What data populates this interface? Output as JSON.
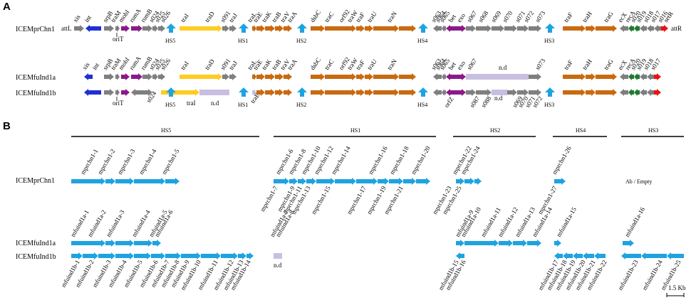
{
  "panels": {
    "a": "A",
    "b": "B"
  },
  "colors": {
    "gray": "#7f7f7f",
    "blue": "#1f2fd6",
    "purple": "#8a1a8a",
    "yellow": "#ffcc22",
    "orange": "#c96a10",
    "green": "#1f7a2f",
    "red": "#ee1111",
    "hs": "#1fa3e0",
    "nd": "#c8bfe0"
  },
  "panel_a": {
    "rows": [
      {
        "label": "ICEMprChn1",
        "ends": [
          "attL",
          "attR"
        ],
        "top_labels": [
          "xis",
          "int",
          "srpB",
          "traM",
          "mobI",
          "rumA",
          "rumB",
          "s024",
          "s025",
          "s026",
          "traI",
          "traD",
          "s091",
          "traJ",
          "traL",
          "traE",
          "traK",
          "traB",
          "traV",
          "traA",
          "dsbC",
          "traC",
          "orf92",
          "traW",
          "traF",
          "traU",
          "traN",
          "s063",
          "s064",
          "s065",
          "bet",
          "exo",
          "s067",
          "s068",
          "s069",
          "s070",
          "s071",
          "s072",
          "s073",
          "traF",
          "traH",
          "traG",
          "ecX",
          "recA",
          "s020",
          "s019",
          "s018",
          "s017",
          "s016",
          "setR"
        ],
        "below_labels": [
          "oriT"
        ],
        "hotspots": [
          "HS5",
          "HS1",
          "HS2",
          "HS4",
          "HS3"
        ]
      },
      {
        "label": "ICEMfuInd1a",
        "top_labels": [
          "xis",
          "int",
          "srpB",
          "traM",
          "mobI",
          "rumA",
          "rumB",
          "s024",
          "s025",
          "s026",
          "traI",
          "traD",
          "s091",
          "traJ",
          "traL",
          "traE",
          "traK",
          "traB",
          "traV",
          "traA",
          "dsbC",
          "traC",
          "orf92",
          "traW",
          "traF",
          "traU",
          "traN",
          "s063",
          "s064",
          "s065",
          "bet",
          "exo",
          "s067",
          "n.d",
          "s073",
          "traF",
          "traH",
          "traG",
          "ecX",
          "recA",
          "s020",
          "s019",
          "s018",
          "s017",
          "setR"
        ]
      },
      {
        "label": "ICEMfuInd1b",
        "below_labels": [
          "oriT",
          "s024",
          "traI",
          "n.d",
          "traE",
          "orfZ",
          "s087",
          "s088",
          "n.d",
          "s069",
          "s070",
          "s071",
          "s072"
        ],
        "hotspots": [
          "HS5",
          "HS1",
          "HS2",
          "HS4",
          "HS3"
        ]
      }
    ]
  },
  "panel_b": {
    "regions": [
      "HS5",
      "HS1",
      "HS2",
      "HS4",
      "HS3"
    ],
    "rows": [
      {
        "label": "ICEMprChn1",
        "top": [
          "mprchn1-1",
          "mprchn1-2",
          "mprchn1-3",
          "mprchn1-4",
          "mprchn1-5",
          "mprchn1-6",
          "mprchn1-8",
          "mprchn1-10",
          "mprchn1-12",
          "mprchn1-14",
          "mprchn1-16",
          "mprchn1-18",
          "mprchn1-20",
          "mprchn1-22",
          "mprchn1-24",
          "mprchn1-26"
        ],
        "bottom": [
          "mprchn1-7",
          "mprchn1-9",
          "mprchn1-11",
          "mprchn1-13",
          "mprchn1-15",
          "mprchn1-17",
          "mprchn1-19",
          "mprchn1-21",
          "mprchn1-23",
          "mprchn1-25",
          "mprchn1-27"
        ],
        "empty": "Ab / Empty"
      },
      {
        "label": "ICEMfuInd1a",
        "top": [
          "mfuind1a-1",
          "mfuind1a-2",
          "mfuind1a-3",
          "mfuind1a-4",
          "mfuind1a-5",
          "mfuind1a-6",
          "mfuind1a-7",
          "mfuind1a-8",
          "mfuind1a-9",
          "mfuind1a-10",
          "mfuind1a-11",
          "mfuind1a-12",
          "mfuind1a-13",
          "mfuind1a-14",
          "mfuind1a-15",
          "mfuind1a-16"
        ]
      },
      {
        "label": "ICEMfuInd1b",
        "bottom": [
          "mfuind1b-1",
          "mfuind1b-2",
          "mfuind1b-3",
          "mfuind1b-4",
          "mfuind1b-5",
          "mfuind1b-6",
          "mfuind1b-7",
          "mfuind1b-8",
          "mfuind1b-9",
          "mfuind1b-10",
          "mfuind1b-11",
          "mfuind1b-12",
          "mfuind1b-13",
          "mfuind1b-14",
          "mfuind1b-15",
          "mfuind1b-16",
          "mfuind1b-17",
          "mfuind1b-18",
          "mfuind1b-19",
          "mfuind1b-20",
          "mfuind1b-21",
          "mfuind1b-22",
          "mfuind1b-23",
          "mfuind1b-24",
          "mfuind1b-25"
        ],
        "nd": "n.d"
      }
    ],
    "scale_label": "1.5 Kb"
  }
}
